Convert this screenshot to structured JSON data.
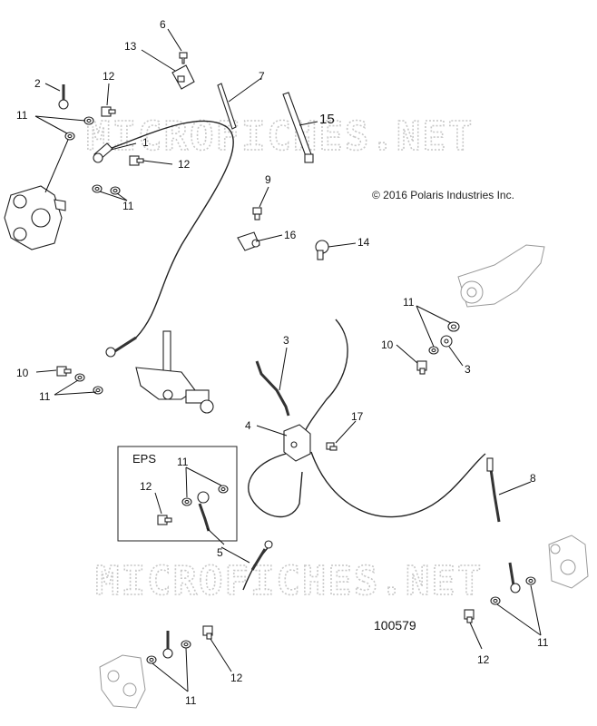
{
  "watermark": {
    "text": "MICROFICHES.NET"
  },
  "copyright": "© 2016 Polaris Industries Inc.",
  "reference_number": "100579",
  "eps_box": {
    "title": "EPS"
  },
  "callouts": {
    "c1": "1",
    "c2": "2",
    "c3a": "3",
    "c3b": "3",
    "c4": "4",
    "c5": "5",
    "c6": "6",
    "c7": "7",
    "c8": "8",
    "c9": "9",
    "c10a": "10",
    "c10b": "10",
    "c11a": "11",
    "c11b": "11",
    "c11c": "11",
    "c11d": "11",
    "c11e": "11",
    "c11f": "11",
    "c11g": "11",
    "c12a": "12",
    "c12b": "12",
    "c12c": "12",
    "c12d": "12",
    "c12e": "12",
    "c13": "13",
    "c14": "14",
    "c15": "15",
    "c16": "16",
    "c17": "17"
  }
}
